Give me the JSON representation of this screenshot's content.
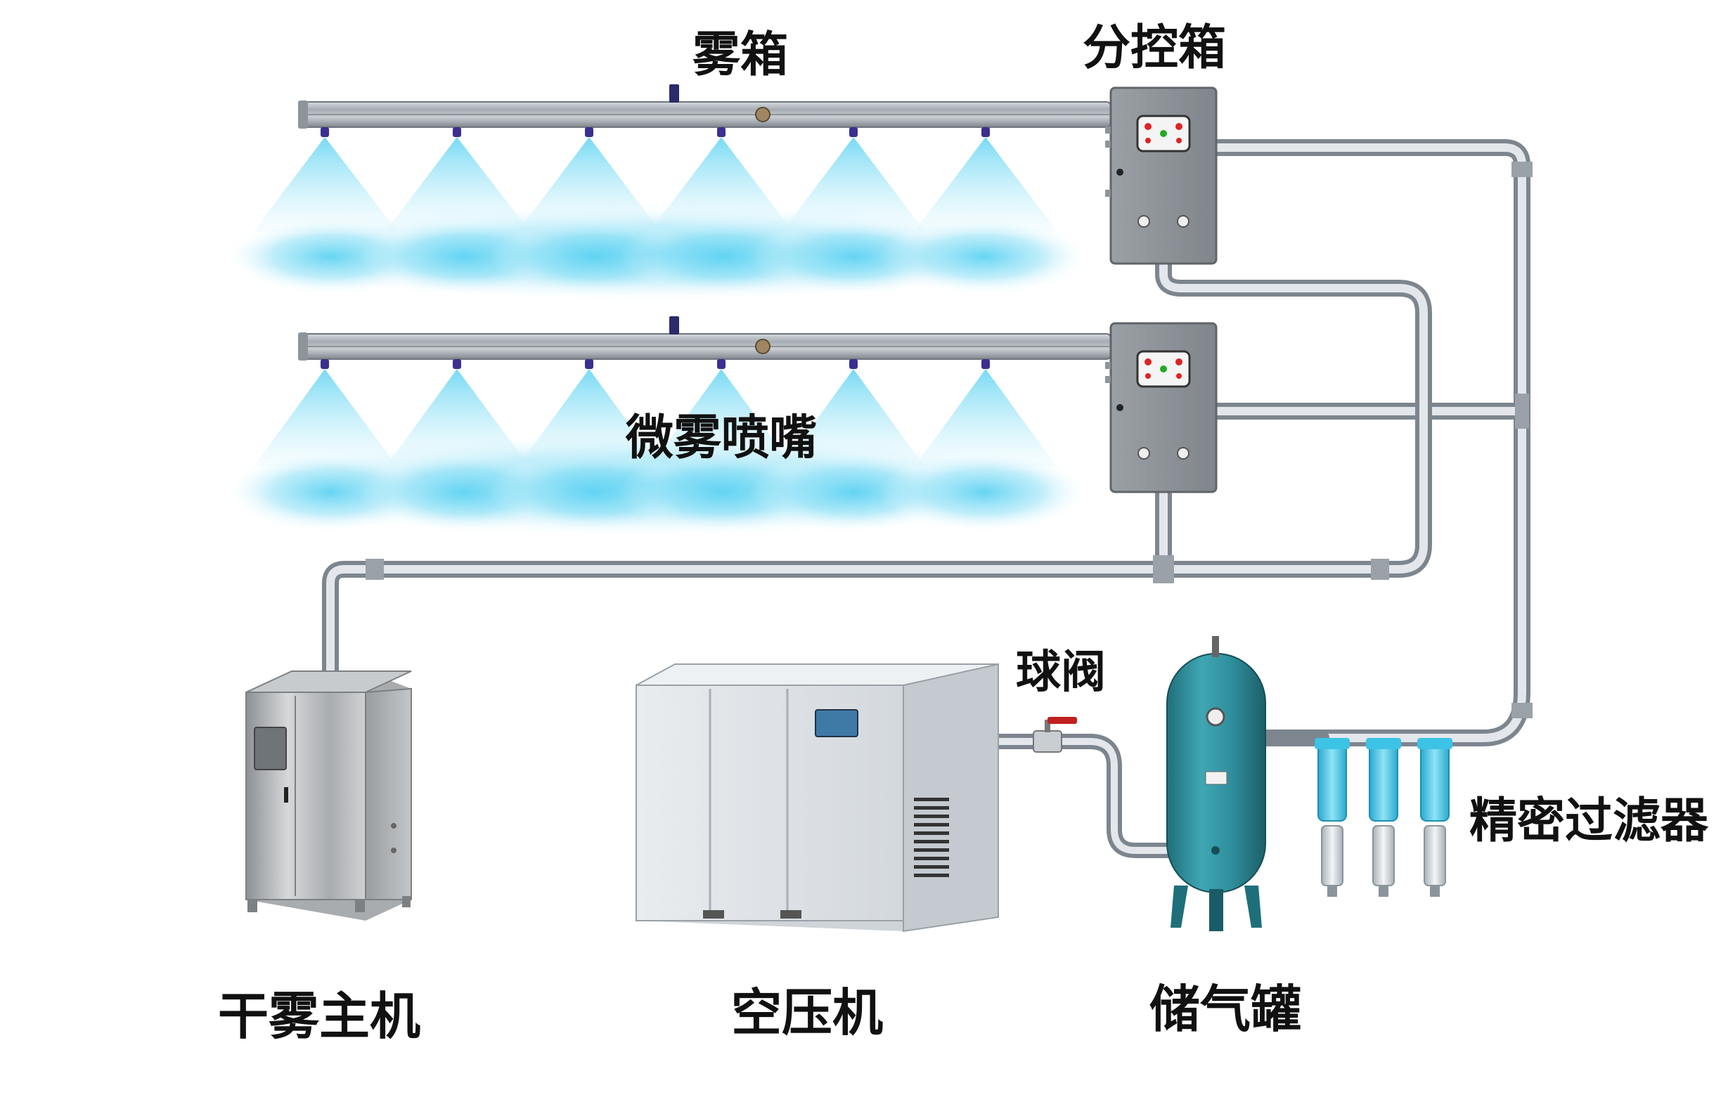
{
  "labels": {
    "mist_box": "雾箱",
    "sub_control_box": "分控箱",
    "micro_mist_nozzle": "微雾喷嘴",
    "ball_valve": "球阀",
    "precision_filter": "精密过滤器",
    "dry_fog_host": "干雾主机",
    "air_compressor": "空压机",
    "air_tank": "储气罐"
  },
  "colors": {
    "pipe": "#b7bec6",
    "pipe_dark": "#7d858e",
    "control_box": "#8e9499",
    "mist": "#5fd3f2",
    "nozzle": "#3b2f8f",
    "tank": "#2f8f9d",
    "filter_cap": "#3cc3e6",
    "steel": "#b3b6b8",
    "compressor": "#dfe3e7",
    "compressor_panel": "#3f79a6"
  },
  "icons": {
    "control_box": "control-box-icon",
    "nozzle": "nozzle-icon",
    "tank": "air-tank-icon",
    "filter": "filter-icon",
    "compressor": "air-compressor-icon",
    "host": "dry-fog-host-icon",
    "valve": "ball-valve-icon"
  }
}
